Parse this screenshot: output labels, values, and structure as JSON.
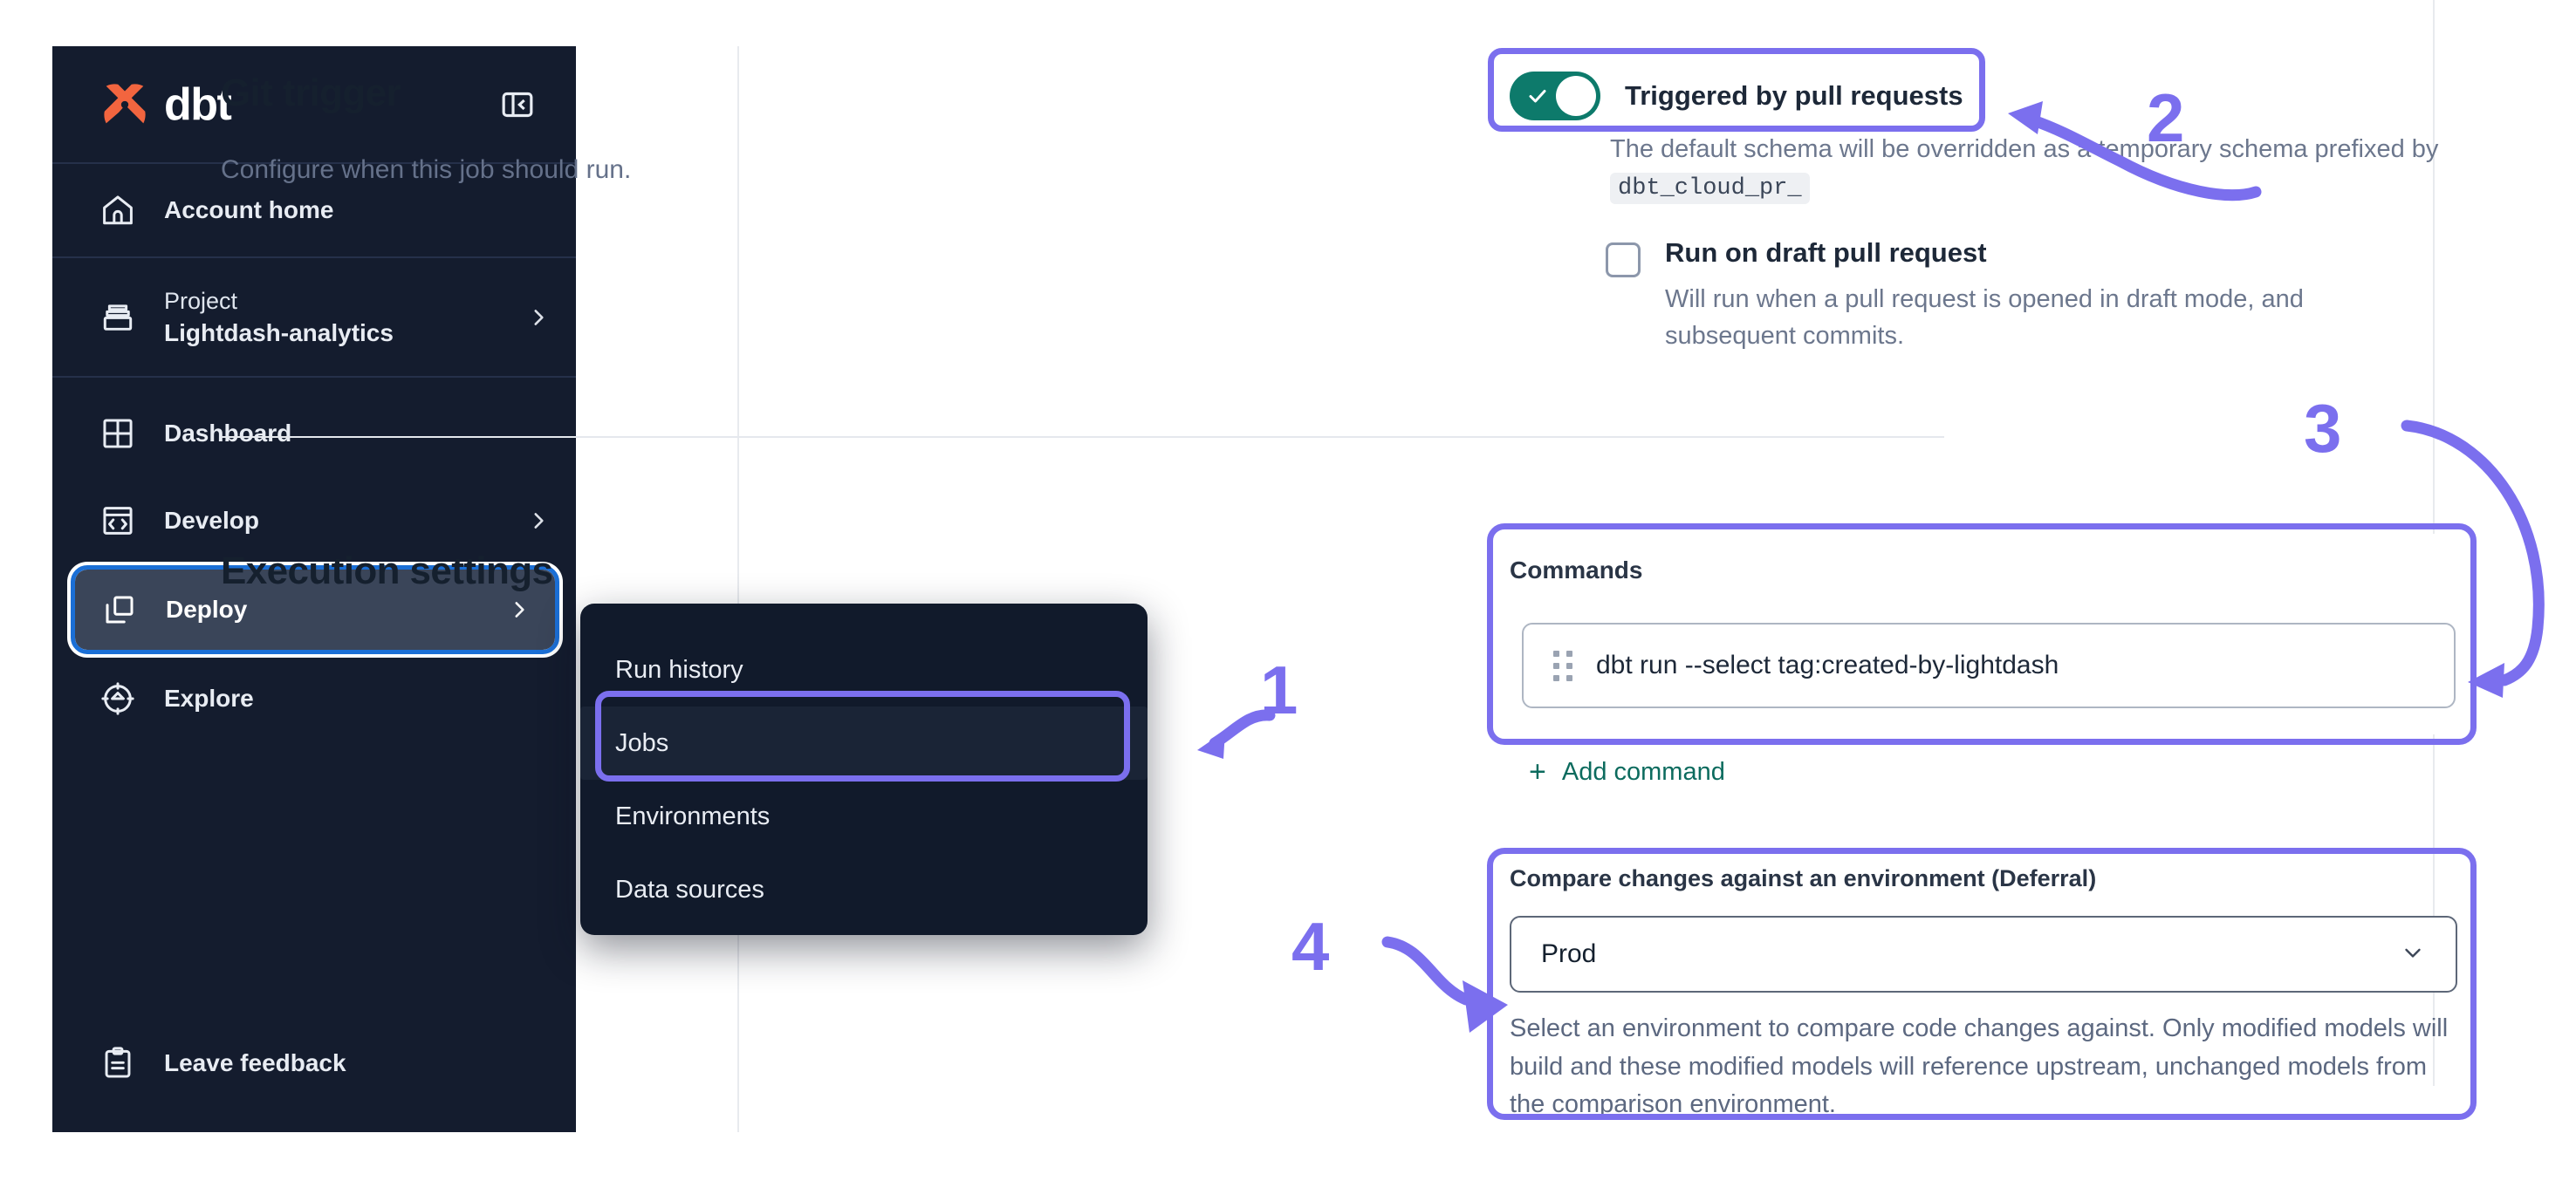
{
  "sidebar": {
    "brand": {
      "text": "dbt",
      "logo_icon": "dbt-logo-icon",
      "accent": "#F2653F"
    },
    "collapse_icon": "sidebar-collapse-icon",
    "items": [
      {
        "label": "Account home",
        "icon": "home-icon",
        "chevron": false
      },
      {
        "label": "Project",
        "sublabel": "Lightdash-analytics",
        "icon": "project-stack-icon",
        "chevron": true
      },
      {
        "label": "Dashboard",
        "icon": "dashboard-grid-icon",
        "chevron": false
      },
      {
        "label": "Develop",
        "icon": "code-window-icon",
        "chevron": true
      },
      {
        "label": "Deploy",
        "icon": "deploy-squares-icon",
        "chevron": true,
        "active": true
      },
      {
        "label": "Explore",
        "icon": "compass-icon",
        "chevron": false
      },
      {
        "label": "Leave feedback",
        "icon": "clipboard-icon",
        "chevron": false
      }
    ]
  },
  "flyout": {
    "items": [
      {
        "label": "Run history"
      },
      {
        "label": "Jobs",
        "selected": true
      },
      {
        "label": "Environments"
      },
      {
        "label": "Data sources"
      }
    ]
  },
  "main": {
    "git_trigger": {
      "title": "Git trigger",
      "subtitle": "Configure when this job should run.",
      "toggle_label": "Triggered by pull requests",
      "toggle_on": true,
      "toggle_color": "#0D7A6B",
      "description_prefix": "The default schema will be overridden as a temporary schema prefixed by",
      "description_code": "dbt_cloud_pr_",
      "draft": {
        "checked": false,
        "title": "Run on draft pull request",
        "description": "Will run when a pull request is opened in draft mode, and subsequent commits."
      }
    },
    "execution_settings": {
      "title": "Execution settings",
      "commands_label": "Commands",
      "commands": [
        {
          "text": "dbt run --select tag:created-by-lightdash",
          "drag_icon": "drag-handle-icon"
        }
      ],
      "add_command_label": "Add command",
      "add_command_icon": "plus-icon",
      "add_command_color": "#0C6B5E",
      "deferral_label": "Compare changes against an environment (Deferral)",
      "deferral_value": "Prod",
      "deferral_chevron_icon": "chevron-down-icon",
      "deferral_description": "Select an environment to compare code changes against. Only modified models will build and these modified models will reference upstream, unchanged models from the comparison environment."
    }
  },
  "annotations": {
    "color": "#7B6FEE",
    "numbers": [
      "1",
      "2",
      "3",
      "4"
    ]
  }
}
